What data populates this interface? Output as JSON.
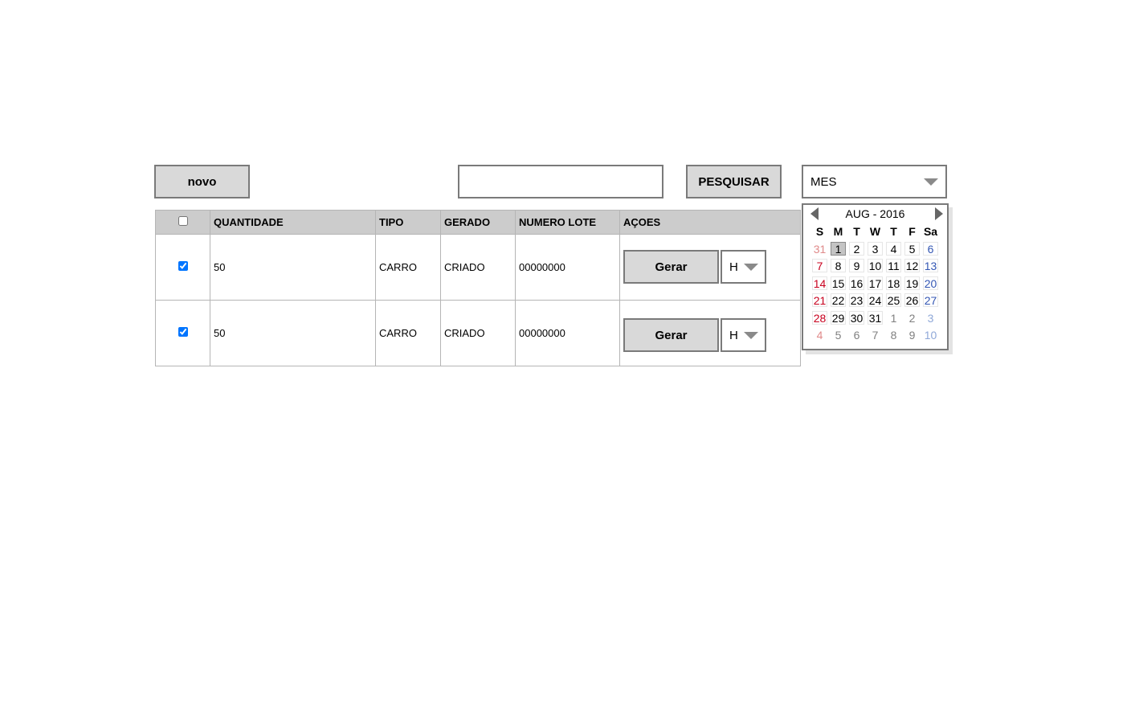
{
  "toolbar": {
    "novo_label": "novo",
    "search_value": "",
    "search_placeholder": "",
    "pesquisar_label": "PESQUISAR",
    "mes_select": "MES"
  },
  "table": {
    "headers": [
      "",
      "QUANTIDADE",
      "TIPO",
      "GERADO",
      "NUMERO LOTE",
      "AÇOES"
    ],
    "rows": [
      {
        "checked": true,
        "quantidade": "50",
        "tipo": "CARRO",
        "gerado": "CRIADO",
        "numero_lote": "00000000",
        "gerar_label": "Gerar",
        "h_select": "H"
      },
      {
        "checked": true,
        "quantidade": "50",
        "tipo": "CARRO",
        "gerado": "CRIADO",
        "numero_lote": "00000000",
        "gerar_label": "Gerar",
        "h_select": "H"
      }
    ]
  },
  "calendar": {
    "header": "AUG - 2016",
    "weekdays": [
      "S",
      "M",
      "T",
      "W",
      "T",
      "F",
      "Sa"
    ],
    "weeks": [
      [
        "31",
        "1",
        "2",
        "3",
        "4",
        "5",
        "6"
      ],
      [
        "7",
        "8",
        "9",
        "10",
        "11",
        "12",
        "13"
      ],
      [
        "14",
        "15",
        "16",
        "17",
        "18",
        "19",
        "20"
      ],
      [
        "21",
        "22",
        "23",
        "24",
        "25",
        "26",
        "27"
      ],
      [
        "28",
        "29",
        "30",
        "31",
        "1",
        "2",
        "3"
      ],
      [
        "4",
        "5",
        "6",
        "7",
        "8",
        "9",
        "10"
      ]
    ],
    "selected_day": "1",
    "colors": {
      "sunday": "#c8001e",
      "saturday": "#3356b3",
      "selected_bg": "#c4c4c4"
    }
  },
  "icons": {
    "prev": "triangle-left-icon",
    "next": "triangle-right-icon",
    "dropdown": "triangle-down-icon"
  }
}
